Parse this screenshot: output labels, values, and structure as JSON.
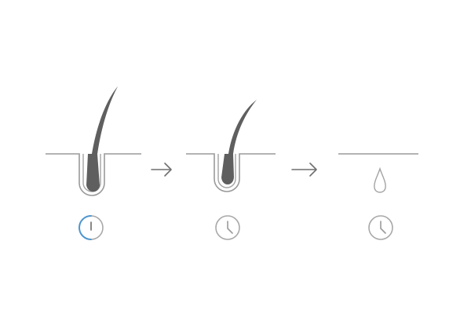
{
  "colors": {
    "background": "#ffffff",
    "skin_line": "#9a9a9a",
    "follicle_outline": "#a3a3a3",
    "hair": "#5f5f5f",
    "arrow": "#6f6f6f",
    "timer_active": "#4f97cf",
    "timer_inactive": "#a8a8a8",
    "timer_hand": "#9a9a9a",
    "timer_hand_active": "#6a6a6a"
  },
  "stages": [
    {
      "hair_visible": true,
      "hair_length": "long",
      "timer_icon": "timer-start-icon",
      "timer_progress": 0.5,
      "timer_active": true
    },
    {
      "hair_visible": true,
      "hair_length": "short",
      "timer_icon": "clock-icon",
      "timer_active": false
    },
    {
      "hair_visible": false,
      "hair_length": "none",
      "timer_icon": "clock-icon",
      "timer_active": false
    }
  ],
  "arrows": [
    {
      "icon": "arrow-right-icon"
    },
    {
      "icon": "arrow-right-icon"
    }
  ]
}
